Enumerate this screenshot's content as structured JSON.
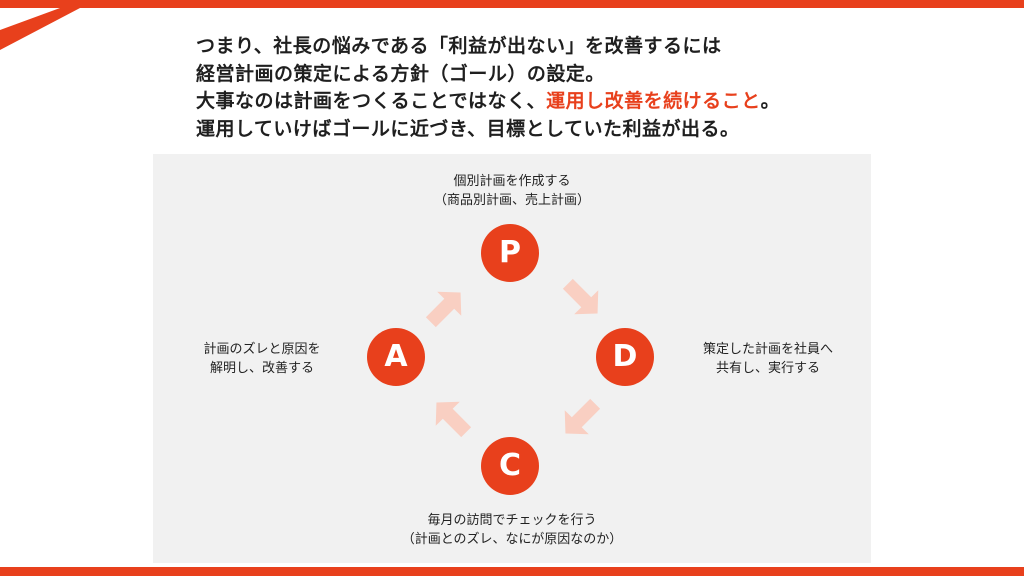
{
  "headline": {
    "line1": "つまり、社長の悩みである「利益が出ない」を改善するには",
    "line2": "経営計画の策定による方針（ゴール）の設定。",
    "line3_prefix": "大事なのは計画をつくることではなく、",
    "line3_highlight": "運用し改善を続けること",
    "line3_suffix": "。",
    "line4": "運用していけばゴールに近づき、目標としていた利益が出る。"
  },
  "cycle": {
    "plan": {
      "letter": "P",
      "caption_line1": "個別計画を作成する",
      "caption_line2": "（商品別計画、売上計画）"
    },
    "do": {
      "letter": "D",
      "caption_line1": "策定した計画を社員へ",
      "caption_line2": "共有し、実行する"
    },
    "check": {
      "letter": "C",
      "caption_line1": "毎月の訪問でチェックを行う",
      "caption_line2": "（計画とのズレ、なにが原因なのか）"
    },
    "act": {
      "letter": "A",
      "caption_line1": "計画のズレと原因を",
      "caption_line2": "解明し、改善する"
    }
  },
  "colors": {
    "accent": "#e8401c",
    "arrow": "#f9cfc2",
    "panel": "#f1f1f1"
  }
}
